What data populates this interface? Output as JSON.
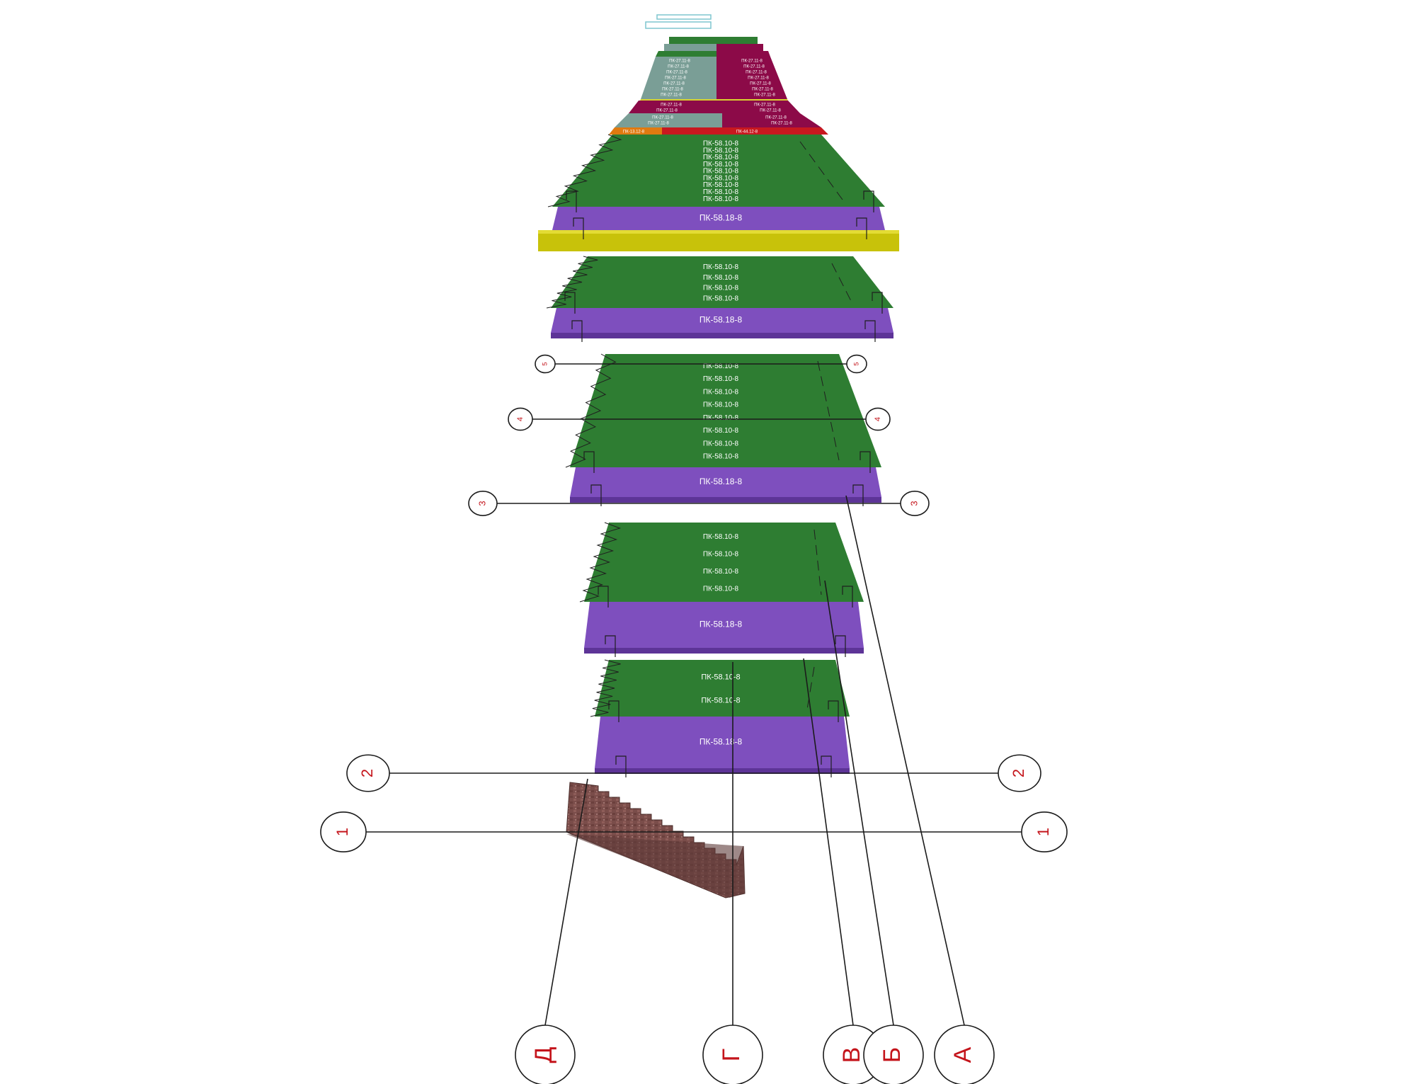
{
  "colors": {
    "hollow_slab": "#2e7d32",
    "wide_slab": "#7e4fbe",
    "wide_slab_edge": "#5d3497",
    "beam": "#c8c20a",
    "upper_slab_grey": "#7a9e96",
    "upper_slab_crimson": "#8c0a48",
    "upper_slab_red": "#c8181f",
    "axis_text": "#c4141b",
    "stair": "#7a4d4a"
  },
  "floors": [
    {
      "hollow_label": "ПК-58.10-8",
      "hollow_rows": 9,
      "wide_label": "ПК-58.18-8",
      "has_beam": true
    },
    {
      "hollow_label": "ПК-58.10-8",
      "hollow_rows": 4,
      "wide_label": "ПК-58.18-8",
      "has_beam": false
    },
    {
      "hollow_label": "ПК-58.10-8",
      "hollow_rows": 8,
      "wide_label": "ПК-58.18-8",
      "has_beam": false
    },
    {
      "hollow_label": "ПК-58.10-8",
      "hollow_rows": 4,
      "wide_label": "ПК-58.18-8",
      "has_beam": false
    },
    {
      "hollow_label": "ПК-58.10-8",
      "hollow_rows": 2,
      "wide_label": "ПК-58.18-8",
      "has_beam": false
    }
  ],
  "upper_labels": {
    "left": "ПК-27.11-8",
    "right": "ПК-27.11-8",
    "orange": "ПК-13.12-8",
    "red": "ПК-44.12-8"
  },
  "cross_axes": [
    "1",
    "2",
    "3",
    "4",
    "5"
  ],
  "long_axes": [
    "Д",
    "Г",
    "В",
    "Б",
    "А"
  ]
}
